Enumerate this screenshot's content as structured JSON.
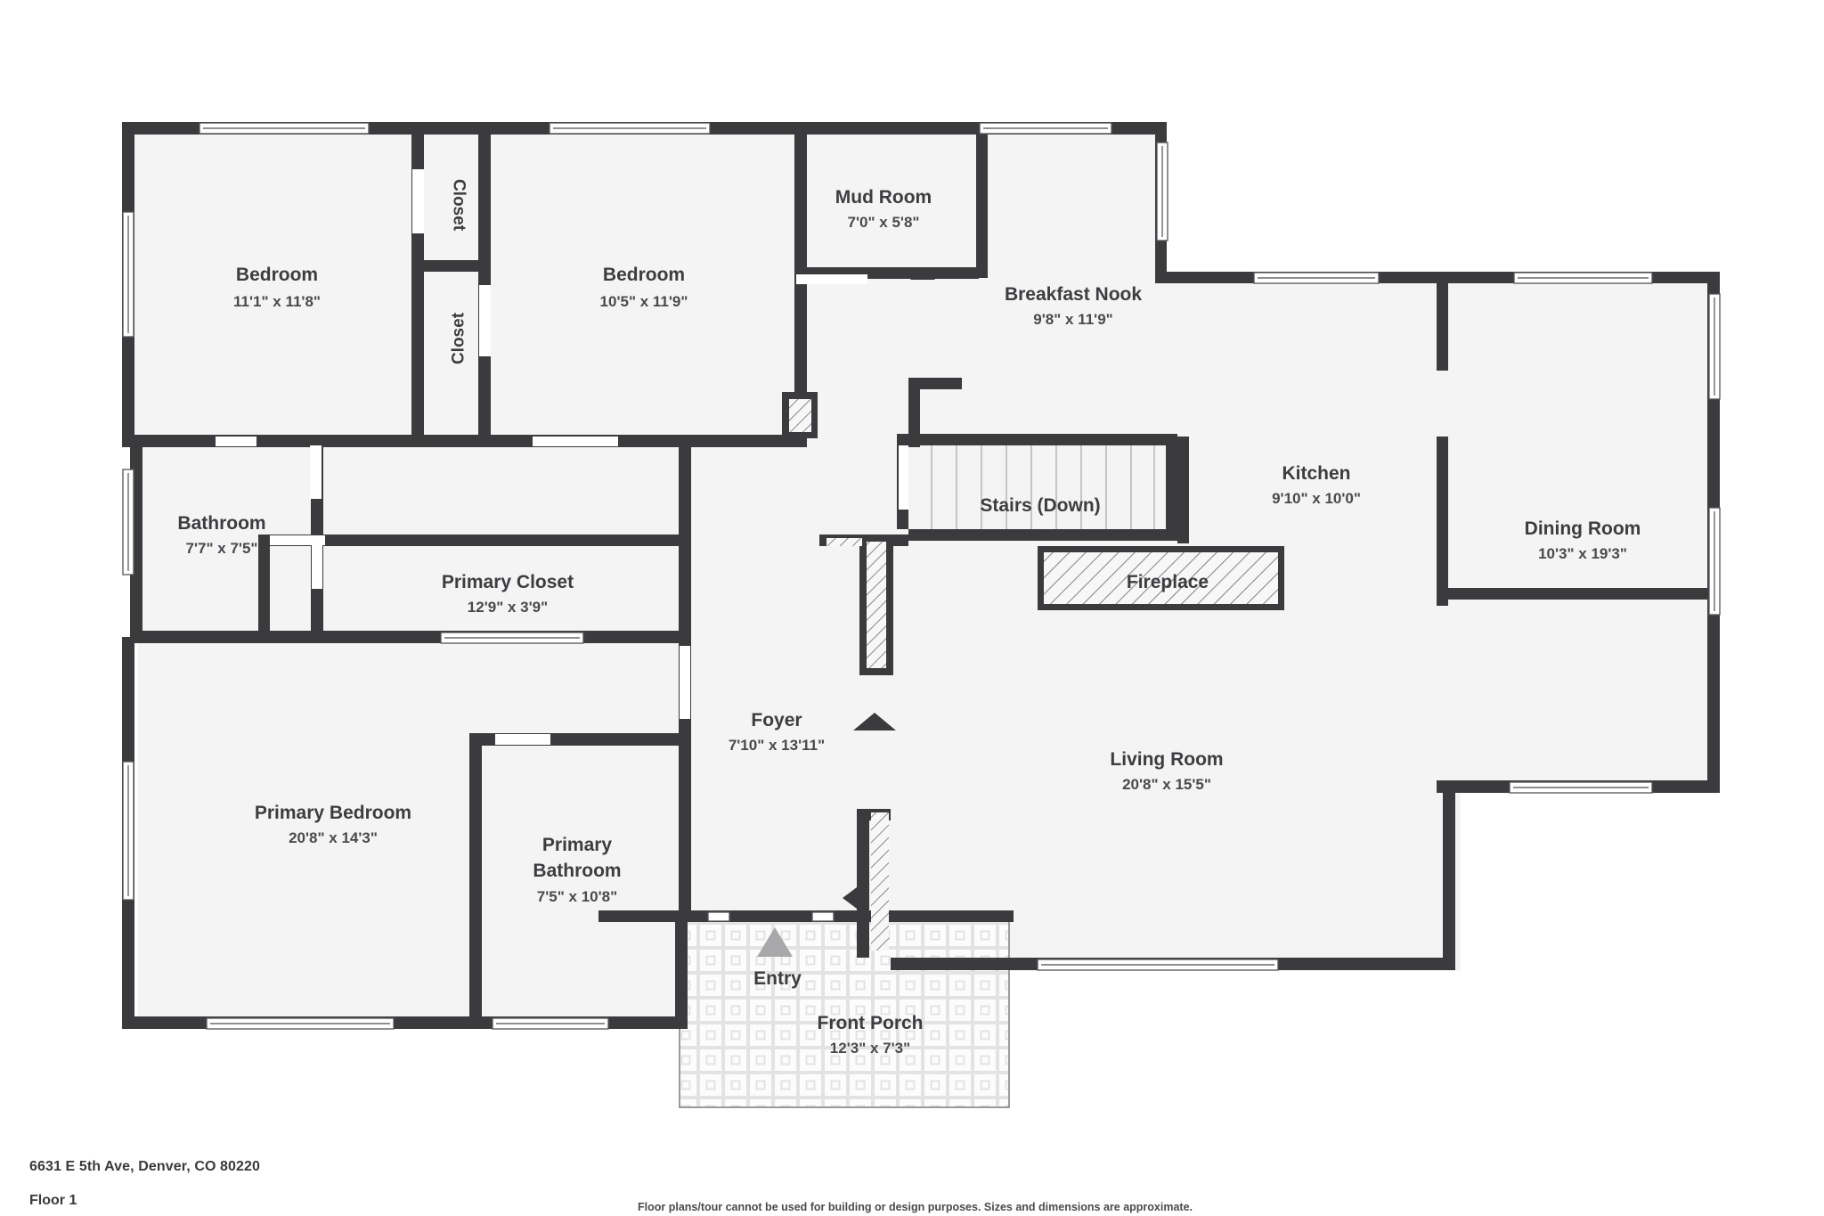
{
  "document": {
    "address": "6631 E 5th Ave, Denver, CO 80220",
    "floor_label": "Floor 1",
    "disclaimer": "Floor plans/tour cannot be used for building or design purposes. Sizes and dimensions are approximate."
  },
  "colors": {
    "wall": "#3b3b3d",
    "room_fill": "#f4f4f4",
    "text": "#3d3d40",
    "background": "#ffffff",
    "marker": "#a8a8aa"
  },
  "rooms": [
    {
      "id": "bedroom-1",
      "name": "Bedroom",
      "dimensions": "11'1\" x 11'8\""
    },
    {
      "id": "closet-1",
      "name": "Closet",
      "dimensions": ""
    },
    {
      "id": "closet-2",
      "name": "Closet",
      "dimensions": ""
    },
    {
      "id": "bedroom-2",
      "name": "Bedroom",
      "dimensions": "10'5\" x 11'9\""
    },
    {
      "id": "mud-room",
      "name": "Mud Room",
      "dimensions": "7'0\" x 5'8\""
    },
    {
      "id": "breakfast-nook",
      "name": "Breakfast Nook",
      "dimensions": "9'8\" x 11'9\""
    },
    {
      "id": "kitchen",
      "name": "Kitchen",
      "dimensions": "9'10\" x 10'0\""
    },
    {
      "id": "dining-room",
      "name": "Dining Room",
      "dimensions": "10'3\" x 19'3\""
    },
    {
      "id": "bathroom",
      "name": "Bathroom",
      "dimensions": "7'7\" x 7'5\""
    },
    {
      "id": "primary-closet",
      "name": "Primary Closet",
      "dimensions": "12'9\" x 3'9\""
    },
    {
      "id": "stairs",
      "name": "Stairs (Down)",
      "dimensions": ""
    },
    {
      "id": "fireplace",
      "name": "Fireplace",
      "dimensions": ""
    },
    {
      "id": "foyer",
      "name": "Foyer",
      "dimensions": "7'10\" x 13'11\""
    },
    {
      "id": "living-room",
      "name": "Living Room",
      "dimensions": "20'8\" x 15'5\""
    },
    {
      "id": "primary-bedroom",
      "name": "Primary Bedroom",
      "dimensions": "20'8\" x 14'3\""
    },
    {
      "id": "primary-bathroom",
      "name": "Primary Bathroom",
      "dimensions": "7'5\" x 10'8\""
    },
    {
      "id": "entry",
      "name": "Entry",
      "dimensions": ""
    },
    {
      "id": "front-porch",
      "name": "Front Porch",
      "dimensions": "12'3\" x 7'3\""
    }
  ],
  "labels": {
    "bedroom_1_name": "Bedroom",
    "bedroom_1_dim": "11'1\" x 11'8\"",
    "closet_1_name": "Closet",
    "closet_2_name": "Closet",
    "bedroom_2_name": "Bedroom",
    "bedroom_2_dim": "10'5\" x 11'9\"",
    "mud_room_name": "Mud Room",
    "mud_room_dim": "7'0\" x 5'8\"",
    "breakfast_nook_name": "Breakfast Nook",
    "breakfast_nook_dim": "9'8\" x 11'9\"",
    "kitchen_name": "Kitchen",
    "kitchen_dim": "9'10\" x 10'0\"",
    "dining_room_name": "Dining Room",
    "dining_room_dim": "10'3\" x 19'3\"",
    "bathroom_name": "Bathroom",
    "bathroom_dim": "7'7\" x 7'5\"",
    "primary_closet_name": "Primary Closet",
    "primary_closet_dim": "12'9\" x 3'9\"",
    "stairs_name": "Stairs (Down)",
    "fireplace_name": "Fireplace",
    "foyer_name": "Foyer",
    "foyer_dim": "7'10\" x 13'11\"",
    "living_room_name": "Living Room",
    "living_room_dim": "20'8\" x 15'5\"",
    "primary_bedroom_name": "Primary Bedroom",
    "primary_bedroom_dim": "20'8\" x 14'3\"",
    "primary_bathroom_name_line1": "Primary",
    "primary_bathroom_name_line2": "Bathroom",
    "primary_bathroom_dim": "7'5\" x 10'8\"",
    "entry_name": "Entry",
    "front_porch_name": "Front Porch",
    "front_porch_dim": "12'3\" x 7'3\""
  }
}
